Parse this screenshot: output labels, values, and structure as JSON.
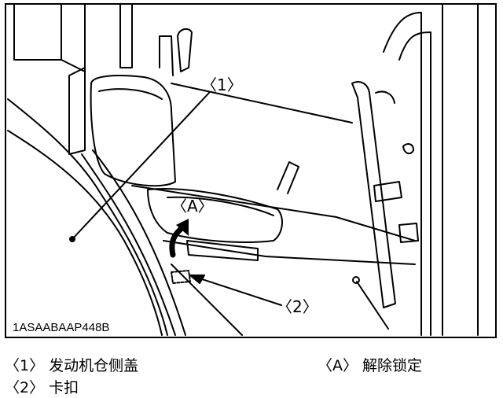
{
  "figure": {
    "id": "1ASAABAAP448B",
    "callouts": {
      "c1": "〈1〉",
      "c2": "〈2〉",
      "cA": "〈A〉"
    }
  },
  "legend": [
    {
      "key": "〈1〉",
      "text": "发动机仓侧盖"
    },
    {
      "key": "〈A〉",
      "text": "解除锁定"
    },
    {
      "key": "〈2〉",
      "text": "卡扣"
    }
  ]
}
